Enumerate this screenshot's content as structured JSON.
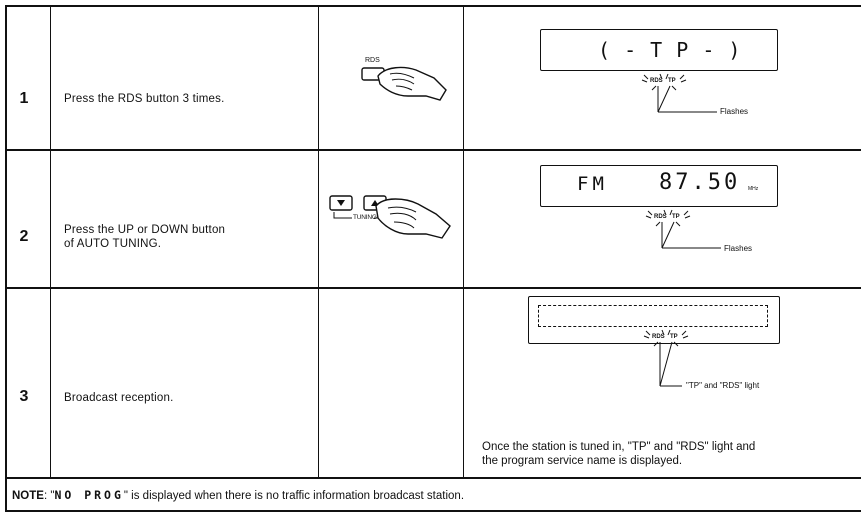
{
  "steps": [
    {
      "number": "1",
      "instruction": "Press the RDS button 3 times.",
      "button_label": "RDS",
      "display_text": "( - T P - )",
      "indicator_labels": [
        "RDS",
        "TP"
      ],
      "callout": "Flashes"
    },
    {
      "number": "2",
      "instruction_line1": "Press the UP or DOWN button",
      "instruction_line2": "of AUTO TUNING.",
      "button_label": "TUNING",
      "display_band": "FM",
      "display_freq": "87.50",
      "display_unit": "MHz",
      "indicator_labels": [
        "RDS",
        "TP"
      ],
      "callout": "Flashes"
    },
    {
      "number": "3",
      "instruction": "Broadcast reception.",
      "indicator_labels": [
        "RDS",
        "TP"
      ],
      "callout": "\"TP\" and \"RDS\" light",
      "explanation_line1": "Once the station is tuned in, \"TP\" and \"RDS\" light and",
      "explanation_line2": "the program service name is displayed."
    }
  ],
  "note": {
    "label": "NOTE",
    "prefix": ": \"",
    "display": "NO PROG",
    "suffix": "\" is displayed when there is no traffic information broadcast station."
  }
}
